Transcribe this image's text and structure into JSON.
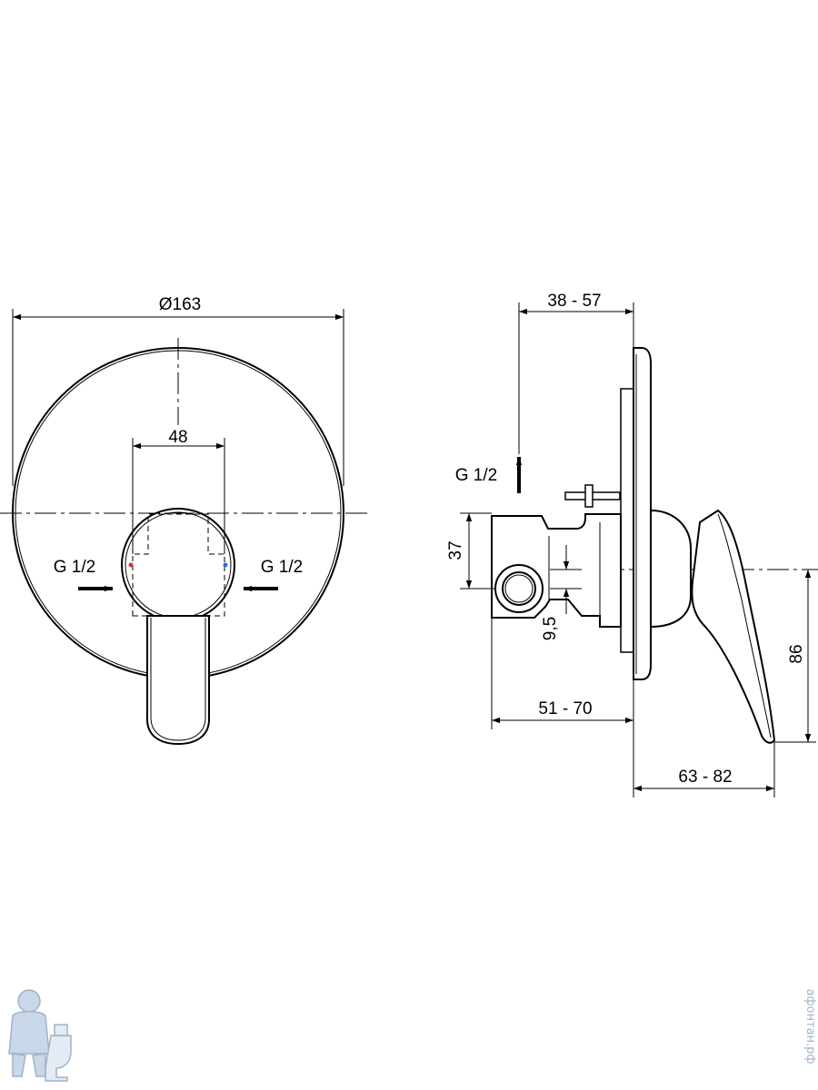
{
  "front_view": {
    "diameter_label": "Ø163",
    "width_label": "48",
    "inlet_left_label": "G 1/2",
    "inlet_right_label": "G 1/2"
  },
  "side_view": {
    "depth_range_label": "38 - 57",
    "outlet_label": "G 1/2",
    "height_label": "37",
    "offset_label": "9,5",
    "body_range_label": "51 - 70",
    "handle_height_label": "86",
    "handle_range_label": "63 - 82"
  },
  "watermark": {
    "side_text": "афонтан.рф",
    "mascot_icon": "plumber-mascot-icon"
  },
  "colors": {
    "line": "#000000",
    "hot_marker": "#d9322e",
    "cold_marker": "#2f6fcf",
    "watermark": "#9fb3c8"
  }
}
